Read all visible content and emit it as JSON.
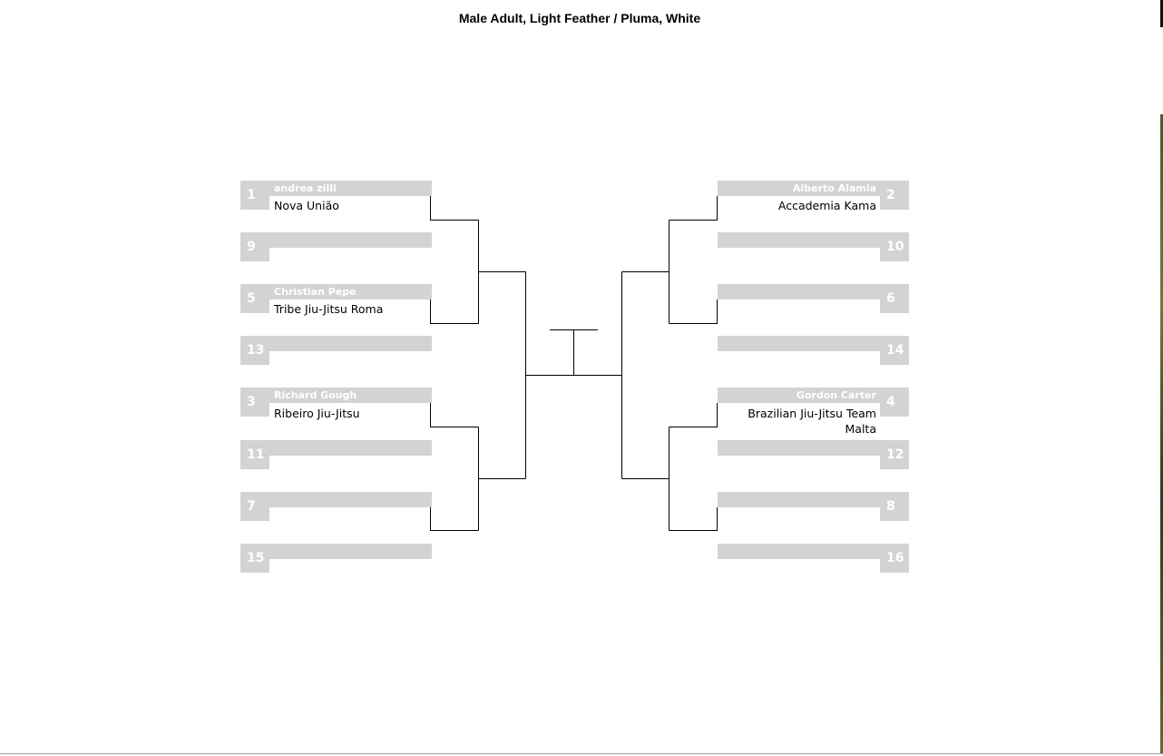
{
  "title": "Male Adult, Light Feather / Pluma, White",
  "left": [
    {
      "seed": "1",
      "name": "andrea zilli",
      "team": "Nova União"
    },
    {
      "seed": "9",
      "name": "",
      "team": ""
    },
    {
      "seed": "5",
      "name": "Christian Pepe",
      "team": "Tribe Jiu-Jitsu Roma"
    },
    {
      "seed": "13",
      "name": "",
      "team": ""
    },
    {
      "seed": "3",
      "name": "Richard Gough",
      "team": "Ribeiro Jiu-Jitsu"
    },
    {
      "seed": "11",
      "name": "",
      "team": ""
    },
    {
      "seed": "7",
      "name": "",
      "team": ""
    },
    {
      "seed": "15",
      "name": "",
      "team": ""
    }
  ],
  "right": [
    {
      "seed": "2",
      "name": "Alberto Alamia",
      "team": "Accademia Kama"
    },
    {
      "seed": "10",
      "name": "",
      "team": ""
    },
    {
      "seed": "6",
      "name": "",
      "team": ""
    },
    {
      "seed": "14",
      "name": "",
      "team": ""
    },
    {
      "seed": "4",
      "name": "Gordon Carter",
      "team": "Brazilian Jiu-Jitsu Team Malta"
    },
    {
      "seed": "12",
      "name": "",
      "team": ""
    },
    {
      "seed": "8",
      "name": "",
      "team": ""
    },
    {
      "seed": "16",
      "name": "",
      "team": ""
    }
  ]
}
